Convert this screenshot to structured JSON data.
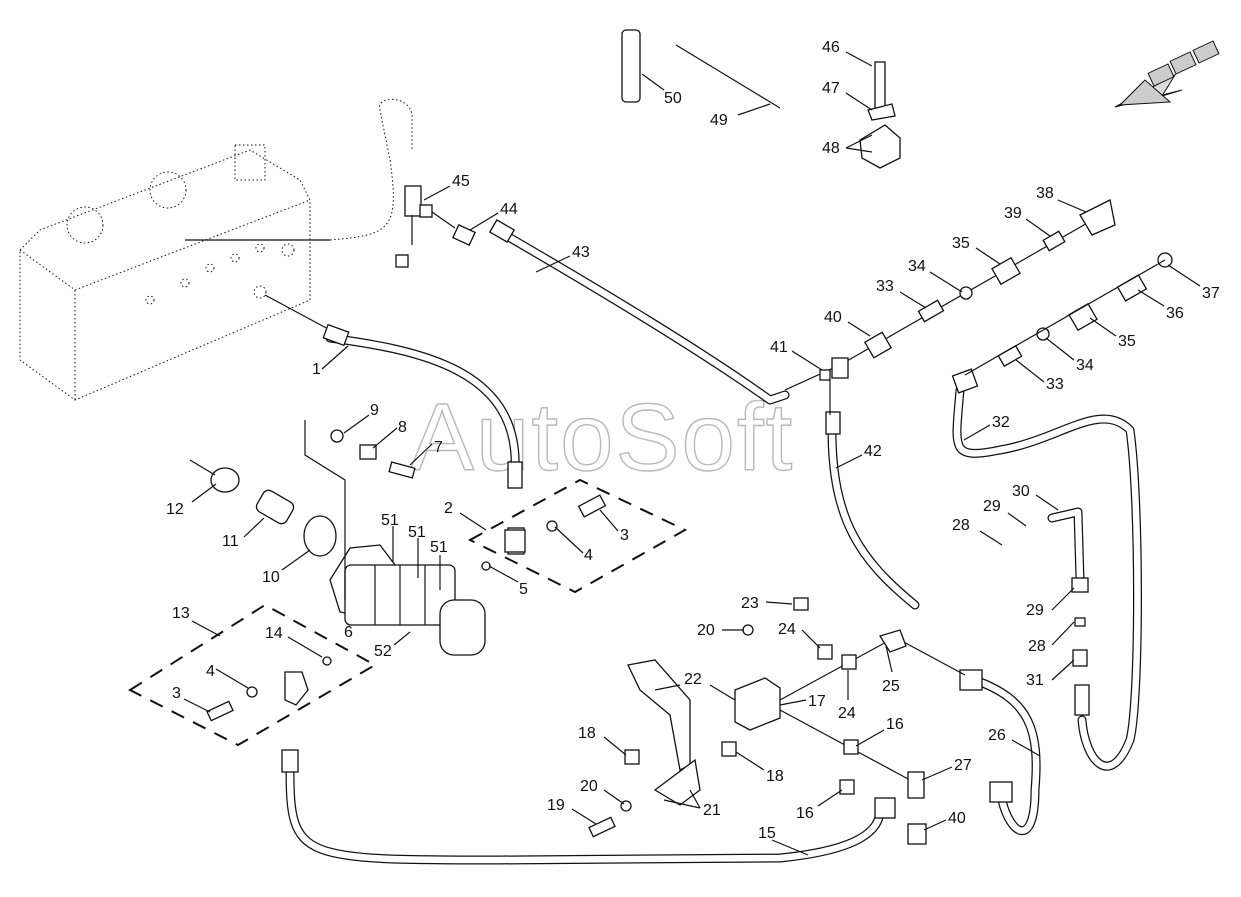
{
  "watermark": "AutoSoft",
  "callouts": [
    "1",
    "2",
    "3",
    "4",
    "5",
    "6",
    "7",
    "8",
    "9",
    "10",
    "11",
    "12",
    "13",
    "14",
    "3",
    "4",
    "15",
    "16",
    "16",
    "17",
    "18",
    "18",
    "19",
    "20",
    "20",
    "21",
    "22",
    "23",
    "24",
    "24",
    "25",
    "26",
    "27",
    "28",
    "28",
    "29",
    "29",
    "30",
    "31",
    "32",
    "33",
    "33",
    "34",
    "34",
    "35",
    "35",
    "36",
    "37",
    "38",
    "39",
    "40",
    "40",
    "41",
    "42",
    "43",
    "44",
    "45",
    "46",
    "47",
    "48",
    "49",
    "50",
    "51",
    "51",
    "51",
    "52"
  ]
}
